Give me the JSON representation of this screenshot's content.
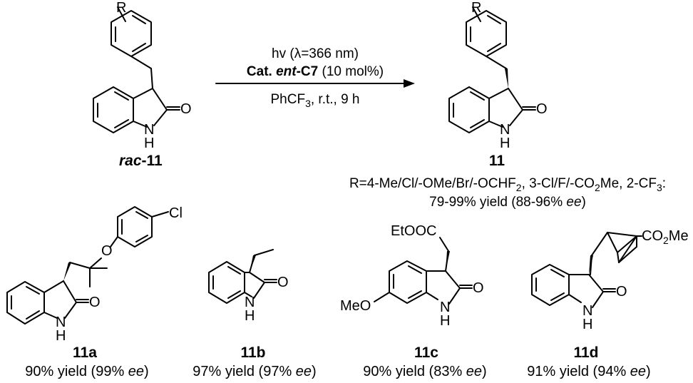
{
  "reaction": {
    "conditions": {
      "line1_a": "hv (",
      "line1_lambda": "λ",
      "line1_b": "=366 nm)",
      "line2_cat": "Cat. ",
      "line2_ent": "ent",
      "line2_c7": "-C7",
      "line2_rest": " (10 mol%)",
      "line3_a": "PhCF",
      "line3_sub": "3",
      "line3_b": ", r.t., 9 h"
    },
    "reactant": {
      "label_rac": "rac",
      "label_num": "-11",
      "substituent": "R"
    },
    "product": {
      "label": "11",
      "substituent": "R"
    },
    "scope": {
      "line1_a": "R=4-Me/Cl/-OMe/Br/-OCHF",
      "line1_s1": "2",
      "line1_b": ", 3-Cl/F/-CO",
      "line1_s2": "2",
      "line1_c": "Me, 2-CF",
      "line1_s3": "3",
      "line1_d": ":",
      "line2_a": "79-99% yield (88-96% ",
      "line2_ee": "ee",
      "line2_b": ")"
    }
  },
  "compounds": [
    {
      "label": "11a",
      "yield_text": "90% yield (99% ",
      "ee": "ee",
      "close": ")"
    },
    {
      "label": "11b",
      "yield_text": "97% yield (97% ",
      "ee": "ee",
      "close": ")"
    },
    {
      "label": "11c",
      "yield_text": "90% yield (83% ",
      "ee": "ee",
      "close": ")"
    },
    {
      "label": "11d",
      "yield_text": "91% yield (94% ",
      "ee": "ee",
      "close": ")"
    }
  ],
  "atoms": {
    "O": "O",
    "NH_N": "N",
    "NH_H": "H",
    "Cl": "Cl",
    "EtOOC": "EtOOC",
    "MeO": "MeO",
    "CO2Me_a": "CO",
    "CO2Me_sub": "2",
    "CO2Me_b": "Me"
  }
}
